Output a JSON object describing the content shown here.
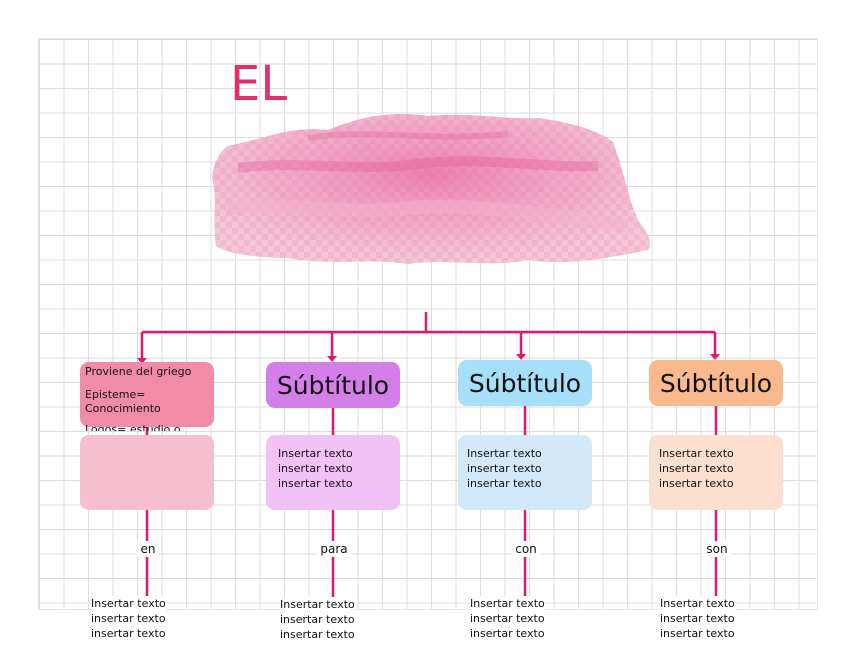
{
  "title": "EL",
  "colors": {
    "accent": "#e0306f",
    "line": "#e0186e",
    "col1_header": "#f08ca8",
    "col1_body": "#f6bfd0",
    "col2_header": "#d47fe8",
    "col2_body": "#f2c2f7",
    "col3_header": "#a6e0f8",
    "col3_body": "#d3e8f8",
    "col4_header": "#f8b98e",
    "col4_body": "#fbe0cf"
  },
  "columns": [
    {
      "header_lines": [
        "Proviene del griego",
        "Episteme= Conocimiento",
        "Logos= estudio o"
      ],
      "body_lines": [],
      "connector": "en",
      "footer_lines": [
        "Insertar texto",
        "insertar texto",
        "insertar texto"
      ]
    },
    {
      "header": "Súbtítulo",
      "body_lines": [
        "Insertar texto",
        "insertar texto",
        "insertar texto"
      ],
      "connector": "para",
      "footer_lines": [
        "Insertar texto",
        "insertar texto",
        "insertar texto"
      ]
    },
    {
      "header": "Súbtítulo",
      "body_lines": [
        "Insertar texto",
        "insertar texto",
        "insertar texto"
      ],
      "connector": "con",
      "footer_lines": [
        "Insertar texto",
        "insertar texto",
        "insertar texto"
      ]
    },
    {
      "header": "Súbtítulo",
      "body_lines": [
        "Insertar texto",
        "insertar texto",
        "insertar texto"
      ],
      "connector": "son",
      "footer_lines": [
        "Insertar texto",
        "insertar texto",
        "insertar texto"
      ]
    }
  ]
}
